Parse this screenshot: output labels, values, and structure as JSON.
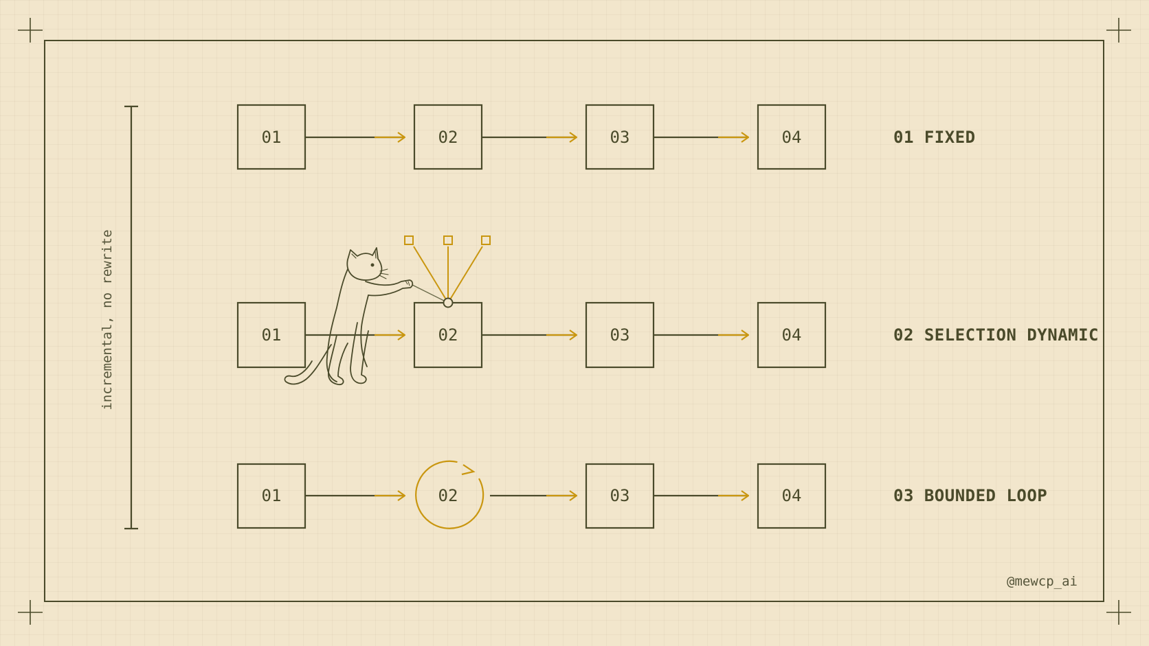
{
  "colors": {
    "background": "#f2e6cc",
    "ink": "#4a4a2a",
    "accent": "#c9960f"
  },
  "side_label": "incremental, no rewrite",
  "credit": "@mewcp_ai",
  "rows": [
    {
      "label": "01 FIXED",
      "steps": [
        "01",
        "02",
        "03",
        "04"
      ],
      "variant": "fixed"
    },
    {
      "label": "02 SELECTION DYNAMIC",
      "steps": [
        "01",
        "02",
        "03",
        "04"
      ],
      "variant": "selection"
    },
    {
      "label": "03 BOUNDED LOOP",
      "steps": [
        "01",
        "02",
        "03",
        "04"
      ],
      "variant": "loop"
    }
  ],
  "illustration": "cat-playing-icon"
}
